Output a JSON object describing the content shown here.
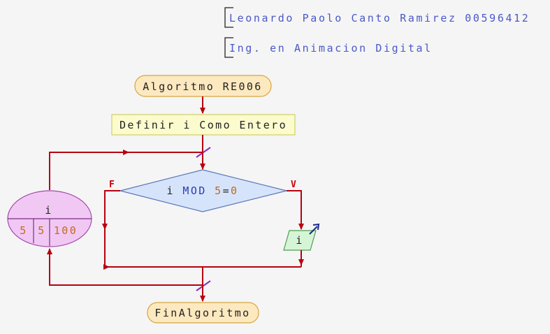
{
  "comments": {
    "author": "Leonardo Paolo Canto Ramirez 00596412",
    "program": "Ing. en Animacion Digital"
  },
  "start": {
    "keyword": "Algoritmo",
    "name": "RE006"
  },
  "definition": "Definir i Como Entero",
  "condition": {
    "var": "i",
    "op": "MOD",
    "value": "5",
    "eq": "=",
    "rhs": "0"
  },
  "branch_false": "F",
  "branch_true": "V",
  "output": {
    "text": "i"
  },
  "loop": {
    "var": "i",
    "from": "5",
    "step": "5",
    "to": "100"
  },
  "end": "FinAlgoritmo",
  "colors": {
    "background": "#f5f5f5",
    "flow_line": "#b8000f",
    "comment_text": "#4a58c8",
    "terminal_fill": "#fde9c0",
    "process_fill": "#fbfbcd",
    "decision_fill": "#d6e4fb",
    "output_fill": "#d6f5d6",
    "loop_fill": "#f1c8f4",
    "number_text": "#c06b1e",
    "keyword_mod": "#2a3cae"
  }
}
